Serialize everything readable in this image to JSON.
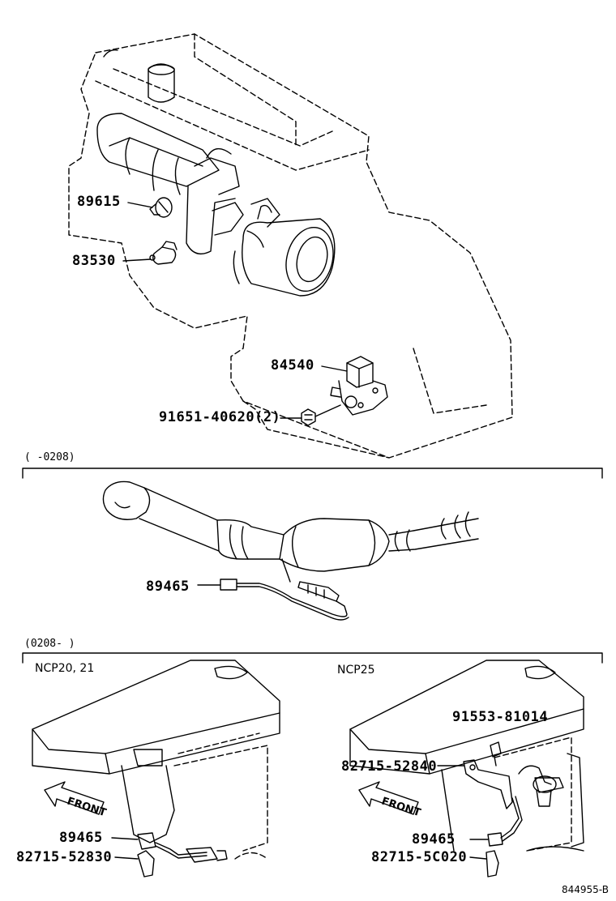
{
  "parts": {
    "p89615": "89615",
    "p83530": "83530",
    "p84540": "84540",
    "p91651": "91651-40620(2)",
    "p89465_a": "89465",
    "p89465_b": "89465",
    "p82715_52830": "82715-52830",
    "p91553": "91553-81014",
    "p82715_52840": "82715-52840",
    "p89465_c": "89465",
    "p82715_5c020": "82715-5C020"
  },
  "sections": {
    "first_range": "(     -0208)",
    "second_range": "(0208-     )"
  },
  "models": {
    "left": "NCP20, 21",
    "right": "NCP25"
  },
  "arrows": {
    "front_left": "FRONT",
    "front_right": "FRONT"
  },
  "diagram_ref": "844955-B",
  "colors": {
    "ink": "#000000",
    "paper": "#ffffff"
  }
}
